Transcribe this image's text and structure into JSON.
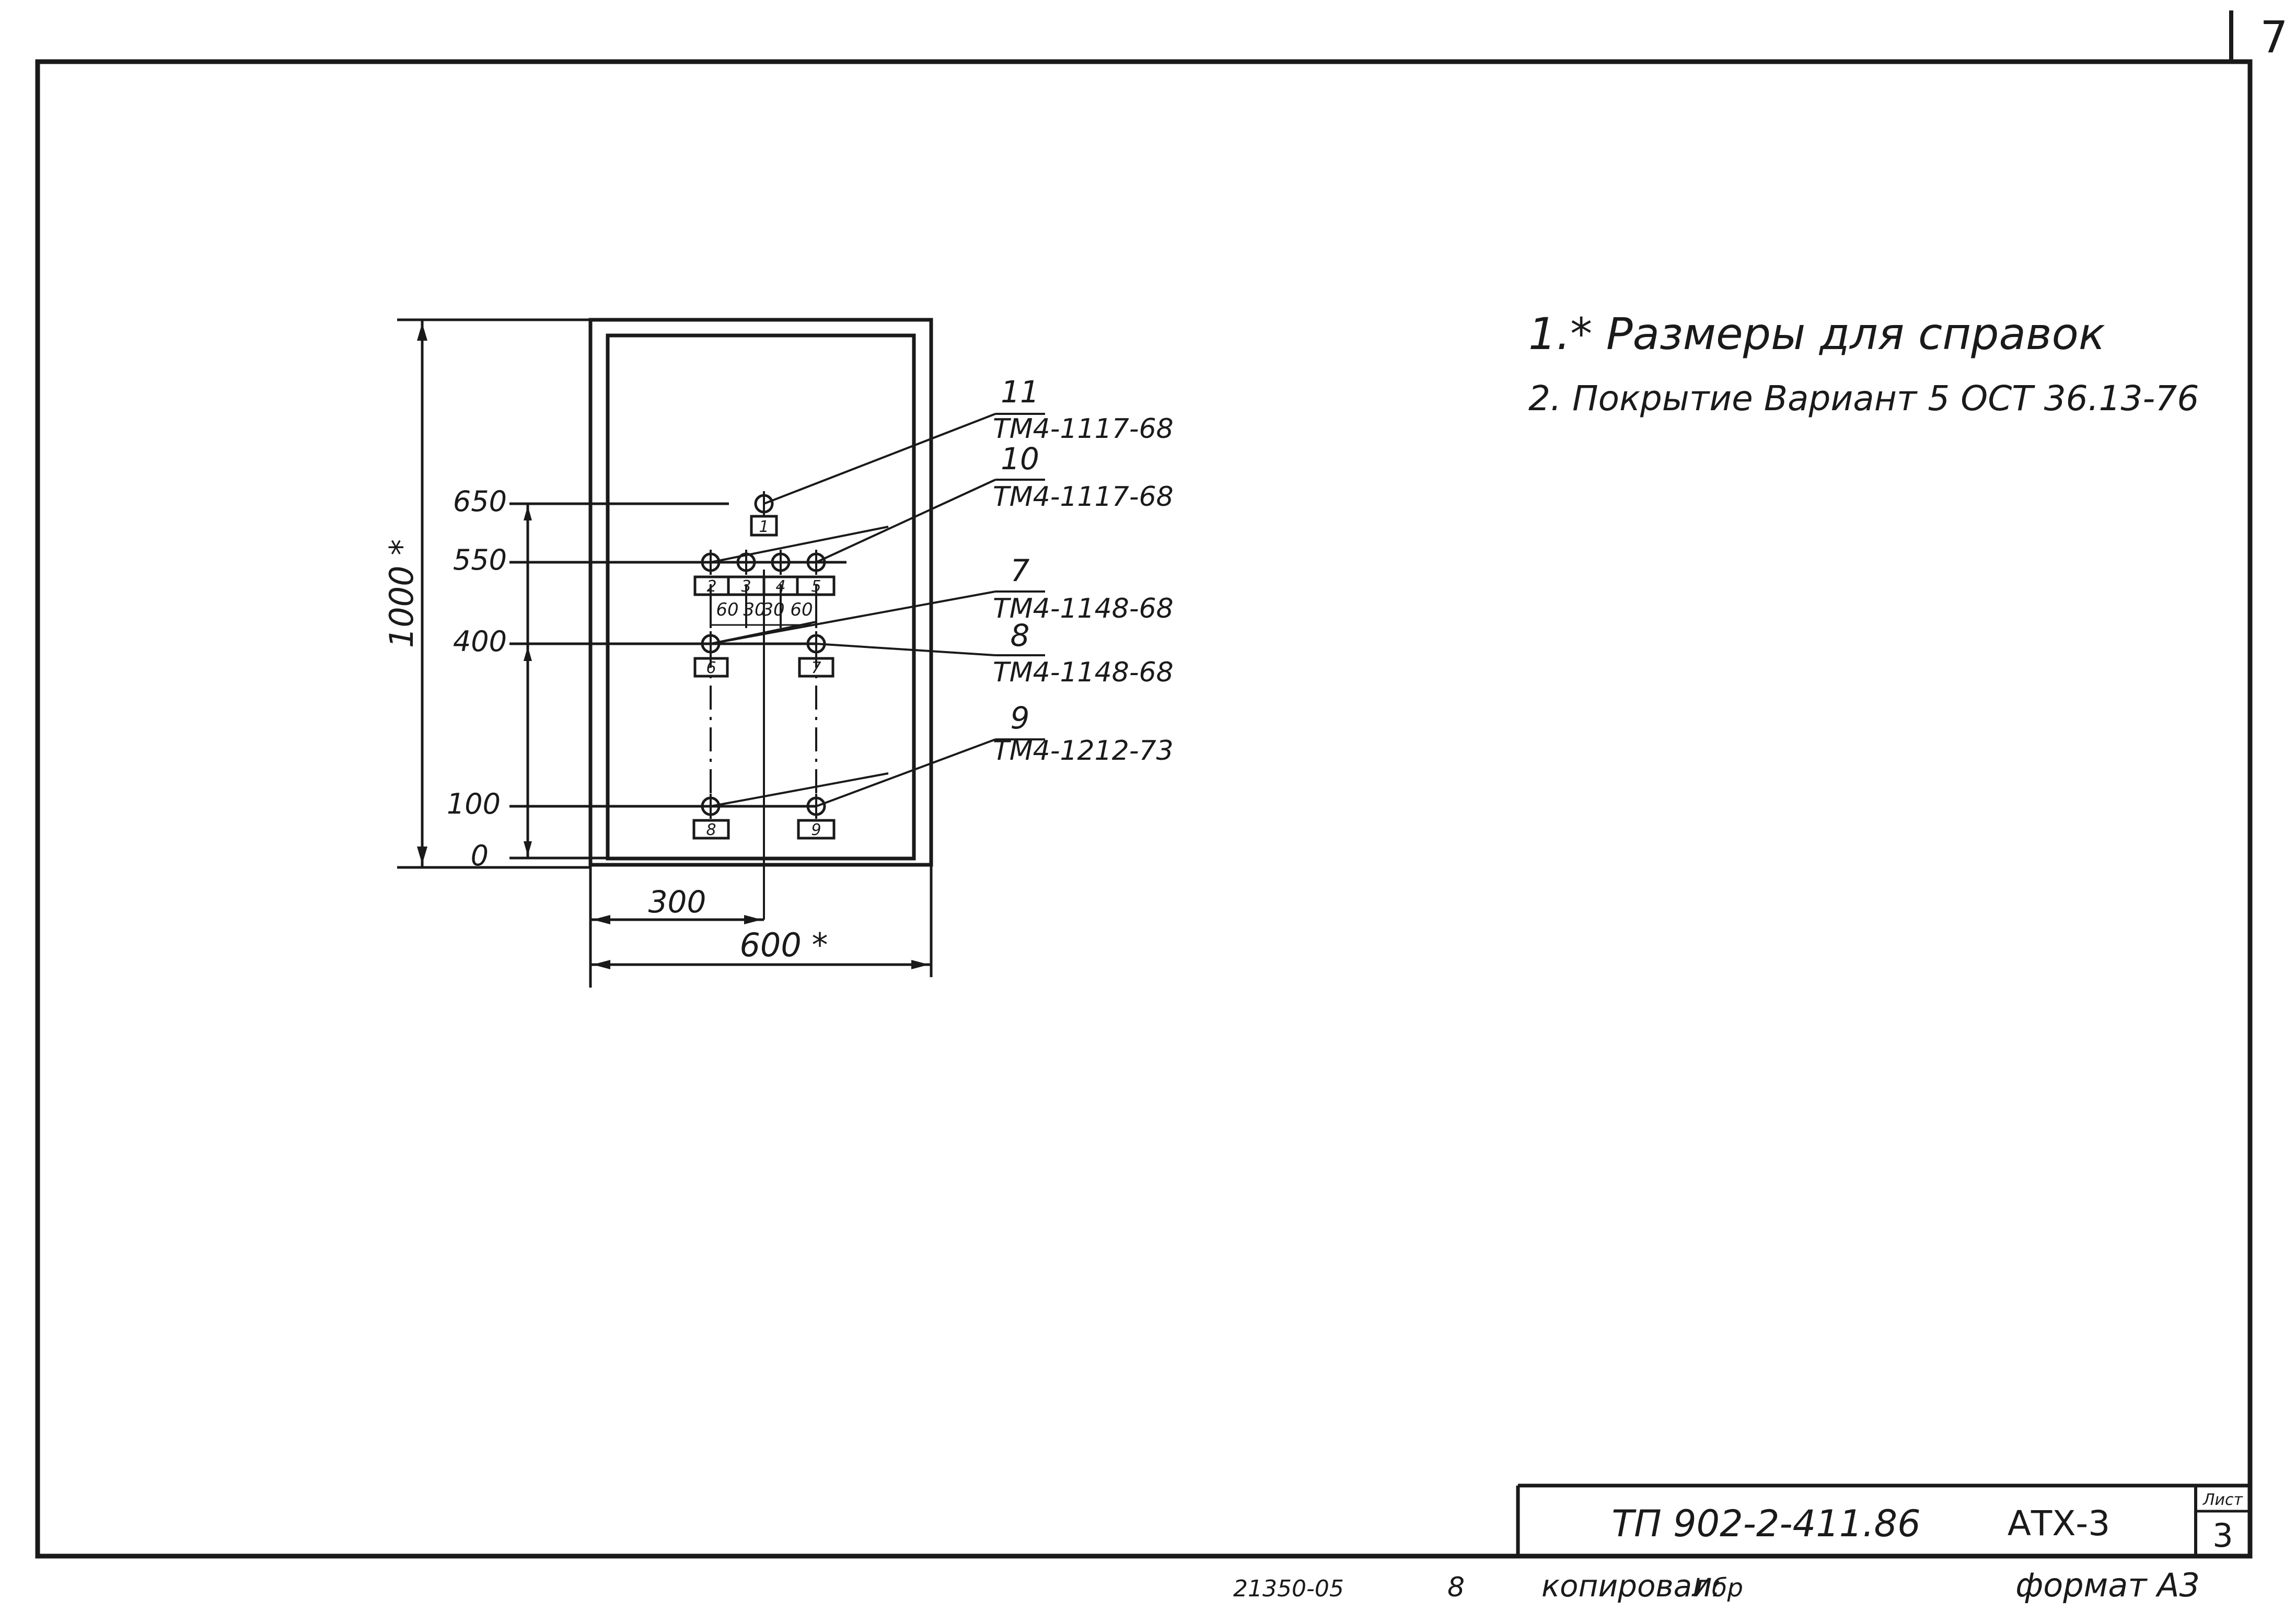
{
  "sheet_corner_number": "7",
  "notes": [
    "1.* Размеры для справок",
    "2. Покрытие Вариант 5 ОСТ 36.13-76"
  ],
  "panel": {
    "width_label": "600 *",
    "height_label": "1000 *",
    "axis_dim_label": "300",
    "elevation_labels": [
      "650",
      "550",
      "400",
      "100",
      "0"
    ],
    "spacing_labels": [
      "60",
      "30",
      "30",
      "60"
    ]
  },
  "device_markers": [
    "1",
    "2",
    "3",
    "4",
    "5",
    "6",
    "7",
    "8",
    "9"
  ],
  "callouts": [
    {
      "pos": "11",
      "code": "ТМ4-1117-68"
    },
    {
      "pos": "10",
      "code": "ТМ4-1117-68"
    },
    {
      "pos": "7",
      "code": "ТМ4-1148-68"
    },
    {
      "pos": "8",
      "code": "ТМ4-1148-68"
    },
    {
      "pos": "9",
      "code": "ТМ4-1212-73"
    }
  ],
  "title_block": {
    "doc_number": "ТП 902-2-411.86",
    "section": "АТХ-3",
    "sheet_label": "Лист",
    "sheet_number": "3"
  },
  "footer": {
    "archive_number": "21350-05",
    "page_number": "8",
    "copied_label": "копировал:",
    "signature": "Ибр",
    "format_label": "формат А3"
  }
}
